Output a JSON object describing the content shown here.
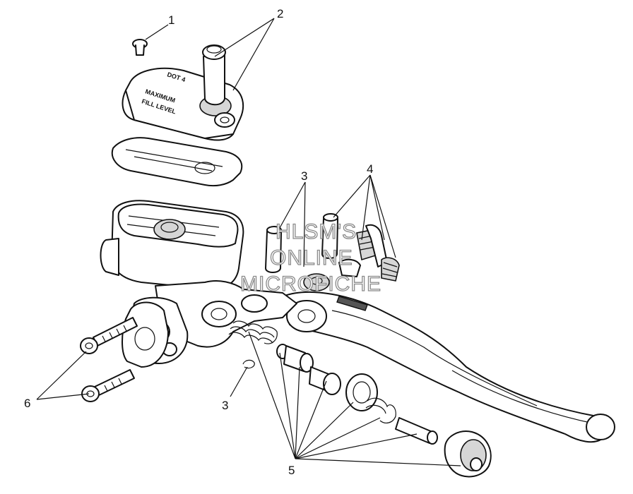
{
  "callouts": {
    "c1": "1",
    "c2": "2",
    "c3a": "3",
    "c4": "4",
    "c3b": "3",
    "c6": "6",
    "c5": "5"
  },
  "watermark": {
    "line1": "HLSM'S",
    "line2": "ONLINE",
    "line3": "MICROFICHE"
  },
  "colors": {
    "line": "#111111",
    "fill": "#ffffff",
    "shade": "#d6d6d6",
    "watermark": "#8a8a8a"
  }
}
